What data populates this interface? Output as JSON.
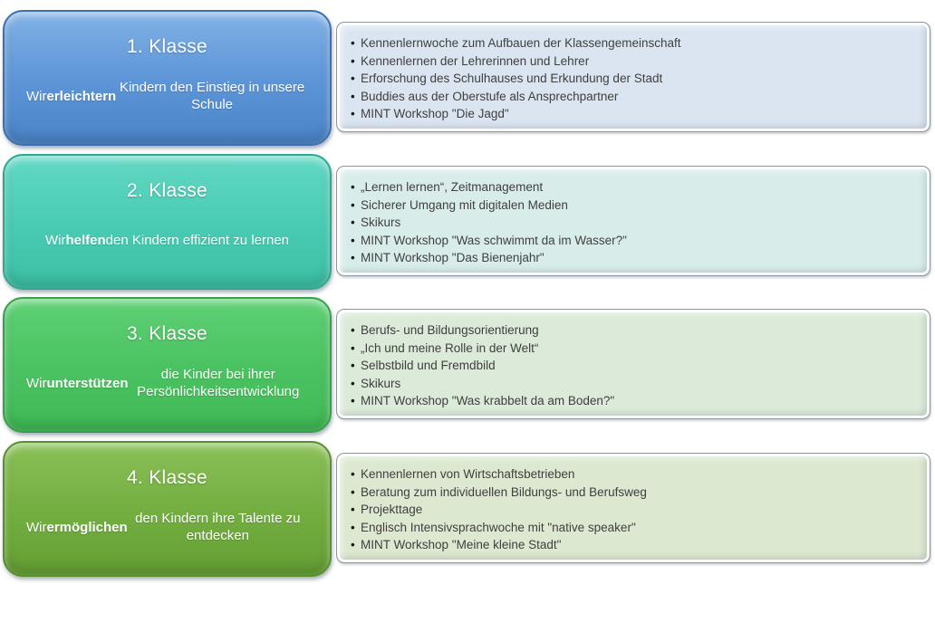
{
  "blocks": [
    {
      "title": "1. Klasse",
      "mission": {
        "pre": "Wir ",
        "bold": "erleichtern",
        "post": " Kindern den Einstieg in unsere Schule"
      },
      "colors": {
        "box_top": "#82b2e6",
        "box_bottom": "#4a84c8",
        "box_border": "#3c70b2",
        "panel_bg": "#dbe5f1"
      },
      "bullets": [
        "Kennenlernwoche zum Aufbauen der Klassengemeinschaft",
        "Kennenlernen der Lehrerinnen und Lehrer",
        "Erforschung des Schulhauses und Erkundung der Stadt",
        "Buddies aus der Oberstufe als Ansprechpartner",
        "MINT Workshop \"Die Jagd\""
      ]
    },
    {
      "title": "2. Klasse",
      "mission": {
        "pre": "Wir ",
        "bold": "helfen",
        "post": " den Kindern effizient zu lernen"
      },
      "colors": {
        "box_top": "#63d8c5",
        "box_bottom": "#3bbfa4",
        "box_border": "#2ea88e",
        "panel_bg": "#d8edea"
      },
      "bullets": [
        "„Lernen lernen“, Zeitmanagement",
        "Sicherer Umgang mit digitalen Medien",
        "Skikurs",
        "MINT Workshop \"Was schwimmt da im Wasser?\"",
        "MINT Workshop \"Das Bienenjahr\""
      ]
    },
    {
      "title": "3. Klasse",
      "mission": {
        "pre": "Wir ",
        "bold": "unterstützen",
        "post": " die Kinder bei ihrer Persönlichkeitsentwicklung"
      },
      "colors": {
        "box_top": "#5ed074",
        "box_bottom": "#3fb954",
        "box_border": "#37a04a",
        "panel_bg": "#dcead9"
      },
      "bullets": [
        "Berufs- und Bildungsorientierung",
        "„Ich und meine Rolle in der Welt“",
        "Selbstbild und Fremdbild",
        "Skikurs",
        "MINT Workshop \"Was krabbelt da am Boden?\""
      ]
    },
    {
      "title": "4. Klasse",
      "mission": {
        "pre": "Wir ",
        "bold": "ermöglichen",
        "post": " den Kindern ihre Talente zu entdecken"
      },
      "colors": {
        "box_top": "#8ac057",
        "box_bottom": "#649f33",
        "box_border": "#5a8f2e",
        "panel_bg": "#dde8d0"
      },
      "bullets": [
        "Kennenlernen von Wirtschaftsbetrieben",
        "Beratung zum individuellen Bildungs- und Berufsweg",
        "Projekttage",
        "Englisch Intensivsprachwoche mit \"native speaker\"",
        "MINT Workshop \"Meine kleine Stadt\""
      ]
    }
  ]
}
